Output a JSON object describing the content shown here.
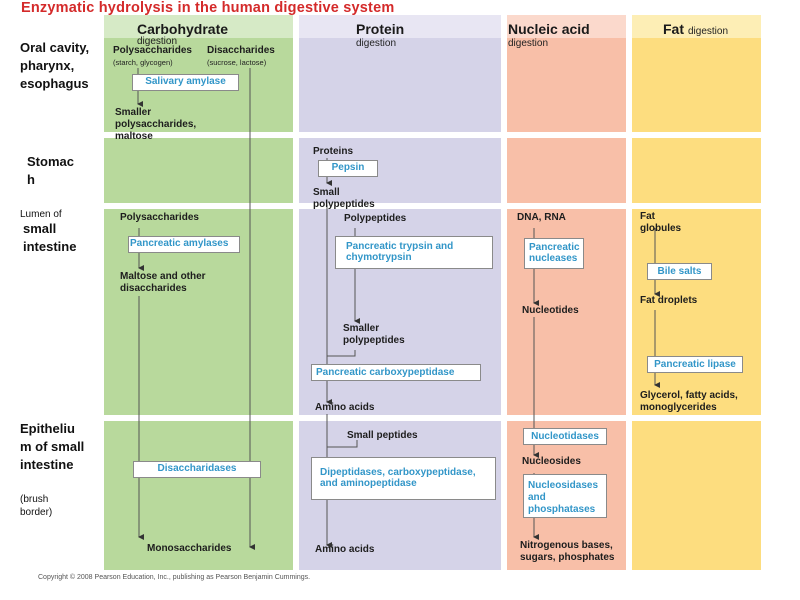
{
  "title": "Enzymatic hydrolysis in the human digestive system",
  "columns": {
    "carbohydrate": {
      "name": "Carbohydrate",
      "sub": "digestion"
    },
    "protein": {
      "name": "Protein",
      "sub": "digestion"
    },
    "nucleic": {
      "name": "Nucleic acid",
      "sub": "digestion"
    },
    "fat": {
      "name": "Fat",
      "sub": "digestion"
    }
  },
  "rows": {
    "oral": {
      "label": "Oral cavity, pharynx, esophagus"
    },
    "stomach": {
      "label": "Stomac h"
    },
    "lumen": {
      "small": "Lumen of",
      "label": "small intestine"
    },
    "epithelium": {
      "label": "Epitheliu m of small intestine",
      "small": "(brush border)"
    }
  },
  "carbohydrate": {
    "polysaccharides": "Polysaccharides",
    "polysaccharides_note": "(starch, glycogen)",
    "disaccharides": "Disaccharides",
    "disaccharides_note": "(sucrose, lactose)",
    "salivary_amylase": "Salivary amylase",
    "smaller_poly": "Smaller polysaccharides, maltose",
    "lumen_poly": "Polysaccharides",
    "pancreatic_amylases": "Pancreatic amylases",
    "maltose_other": "Maltose and other disaccharides",
    "disaccharidases": "Disaccharidases",
    "monosaccharides": "Monosaccharides"
  },
  "protein": {
    "proteins": "Proteins",
    "pepsin": "Pepsin",
    "small_polypeptides": "Small polypeptides",
    "polypeptides": "Polypeptides",
    "trypsin": "Pancreatic trypsin and chymotrypsin",
    "smaller_polypeptides": "Smaller polypeptides",
    "carboxypeptidase": "Pancreatic carboxypeptidase",
    "amino_acids_1": "Amino acids",
    "small_peptides": "Small peptides",
    "dipeptidases": "Dipeptidases, carboxypeptidase, and aminopeptidase",
    "amino_acids_2": "Amino acids"
  },
  "nucleic": {
    "dna_rna": "DNA, RNA",
    "nucleases": "Pancreatic nucleases",
    "nucleotides": "Nucleotides",
    "nucleotidases": "Nucleotidases",
    "nucleosides": "Nucleosides",
    "nucleosidases": "Nucleosidases and phosphatases",
    "products": "Nitrogenous bases, sugars, phosphates"
  },
  "fat": {
    "globules": "Fat globules",
    "bile_salts": "Bile salts",
    "droplets": "Fat droplets",
    "lipase": "Pancreatic lipase",
    "products": "Glycerol, fatty acids, monoglycerides"
  },
  "copyright": "Copyright © 2008 Pearson Education, Inc., publishing as Pearson Benjamin Cummings."
}
